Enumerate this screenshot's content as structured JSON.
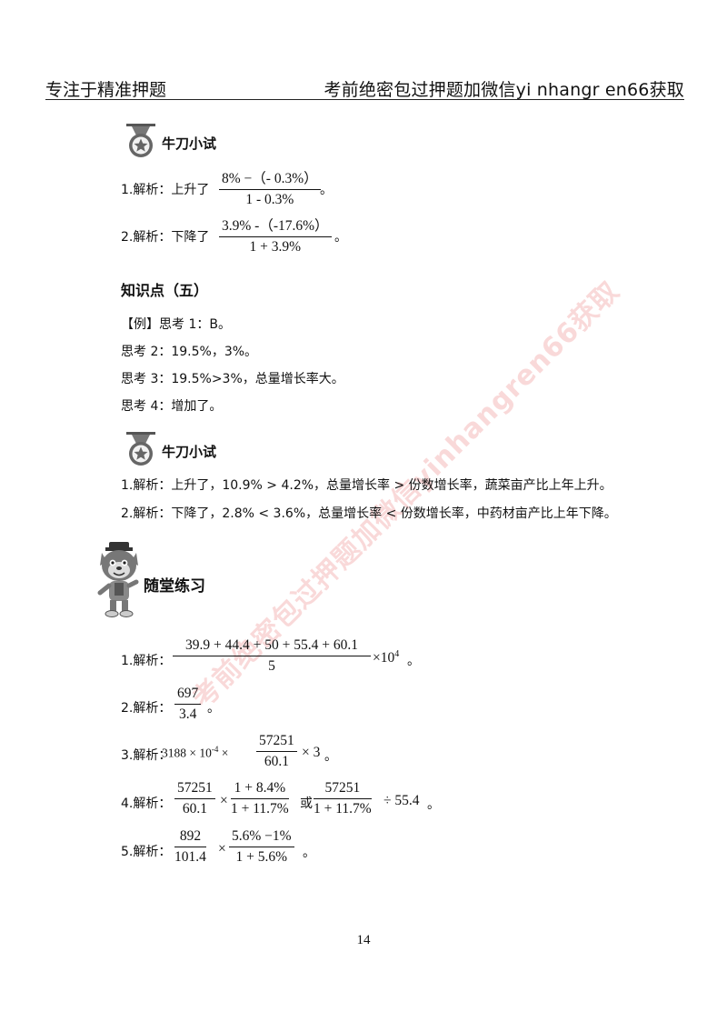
{
  "header": {
    "left": "专注于精准押题",
    "right": "考前绝密包过押题加微信yi nhangr en66获取"
  },
  "section1": {
    "badge_icon": "medal-star-icon",
    "title": "牛刀小试",
    "items": [
      {
        "label": "1.解析：上升了",
        "num": "8% −（- 0.3%）",
        "den": "1 - 0.3%",
        "end": "。"
      },
      {
        "label": "2.解析：下降了",
        "num": "3.9% -（-17.6%）",
        "den": "1 + 3.9%",
        "end": "。"
      }
    ]
  },
  "knowledge": {
    "title": "知识点（五）",
    "lines": [
      "【例】思考 1：B。",
      "思考 2：19.5%，3%。",
      "思考 3：19.5%>3%，总量增长率大。",
      "思考 4：增加了。"
    ]
  },
  "section2": {
    "badge_icon": "medal-star-icon",
    "title": "牛刀小试",
    "lines": [
      "1.解析：上升了，10.9% > 4.2%，总量增长率 > 份数增长率，蔬菜亩产比上年上升。",
      "2.解析：下降了，2.8% < 3.6%，总量增长率 < 份数增长率，中药材亩产比上年下降。"
    ]
  },
  "practice": {
    "mascot_icon": "cartoon-mascot-icon",
    "title": "随堂练习",
    "item1": {
      "label": "1.解析：",
      "num": "39.9 + 44.4 + 50 + 55.4 + 60.1",
      "den": "5",
      "tail": "×10",
      "sup": "4",
      "end": "。"
    },
    "item2": {
      "label": "2.解析：",
      "num": "697",
      "den": "3.4",
      "end": "。"
    },
    "item3": {
      "label": "3.解析：",
      "pre": "3188 × 10",
      "sup": "-4",
      "mul": " × ",
      "num": "57251",
      "den": "60.1",
      "tail": " × 3",
      "end": "。"
    },
    "item4": {
      "label": "4.解析：",
      "num1": "57251",
      "den1": "60.1",
      "op": "×",
      "num2": "1 + 8.4%",
      "den2": "1 + 11.7%",
      "or": "或",
      "num3": "57251",
      "den3": "1 + 11.7%",
      "tail": "÷ 55.4",
      "end": "。"
    },
    "item5": {
      "label": "5.解析：",
      "num1": "892",
      "den1": "101.4",
      "op": "×",
      "num2": "5.6% −1%",
      "den2": "1 + 5.6%",
      "end": "。"
    }
  },
  "watermark": "考前绝密包过押题加微信yinhangren66获取",
  "page_number": "14"
}
